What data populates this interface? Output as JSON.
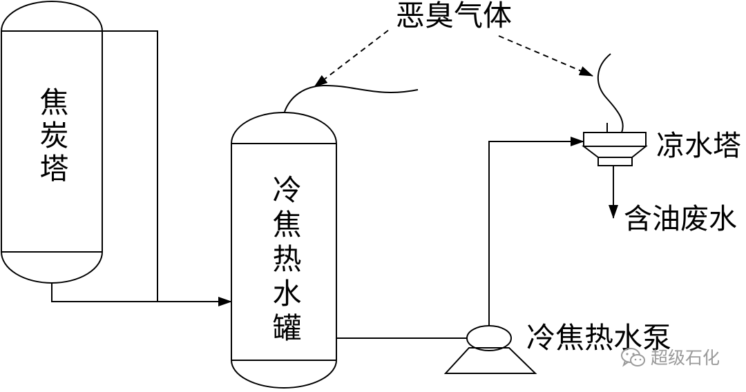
{
  "labels": {
    "coke_tower": "焦炭塔",
    "quench_water_tank": "冷焦热水罐",
    "odor_gas": "恶臭气体",
    "cooling_tower": "凉水塔",
    "oily_wastewater": "含油废水",
    "quench_water_pump": "冷焦热水泵"
  },
  "watermark": {
    "icon": "wechat-icon",
    "text": "超级石化"
  },
  "colors": {
    "line": "#000000",
    "watermark": "#9a9a9a"
  }
}
